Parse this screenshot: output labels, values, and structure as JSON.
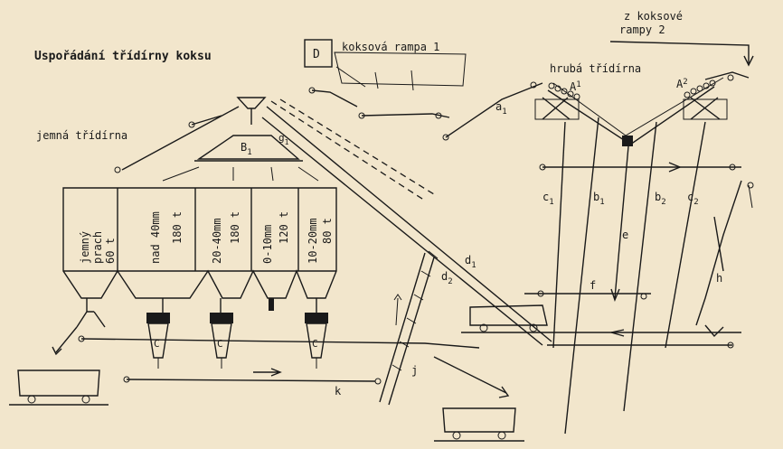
{
  "title": "Uspořádání třídírny koksu",
  "labels": {
    "d": "D",
    "rampa1": "koksová rampa 1",
    "z_koksove": "z koksové",
    "rampy2": "rampy 2",
    "hruba": "hrubá třídírna",
    "jemna": "jemná třídírna",
    "a1": "A",
    "a1_sub": "1",
    "a2": "A",
    "a2_sub": "2",
    "b1": "B",
    "b1_sub": "1",
    "g1": "g",
    "g1_sub": "1",
    "small_a": "a",
    "small_a_sub": "1",
    "c1": "c",
    "c1_sub": "1",
    "c2": "c",
    "c2_sub": "2",
    "lb1": "b",
    "lb1_sub": "1",
    "lb2": "b",
    "lb2_sub": "2",
    "e": "e",
    "d1": "d",
    "d1_sub": "1",
    "d2": "d",
    "d2_sub": "2",
    "f": "f",
    "h": "h",
    "j": "j",
    "k": "k",
    "c_bunker": "C"
  },
  "bins": [
    {
      "line1": "jemný",
      "line2": "prach",
      "line3": "60 t"
    },
    {
      "line1": "nad 40mm",
      "line2": "180 t"
    },
    {
      "line1": "20-40mm",
      "line2": "180 t"
    },
    {
      "line1": "0-10mm",
      "line2": "120 t"
    },
    {
      "line1": "10-20mm",
      "line2": "80 t"
    }
  ],
  "colors": {
    "ink": "#1a1a1a",
    "paper": "#f2e6cc"
  }
}
